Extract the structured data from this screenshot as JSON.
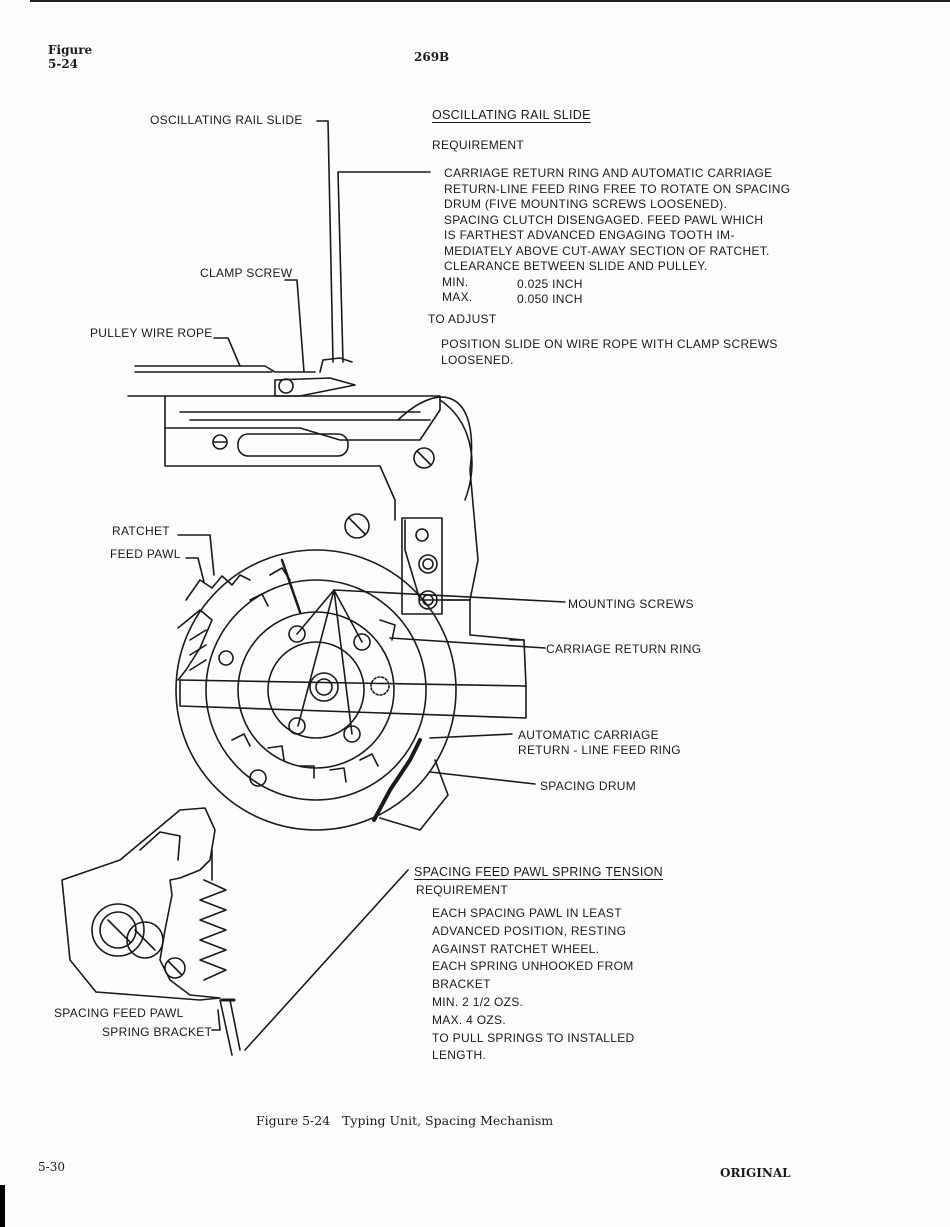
{
  "header": {
    "figure_label": "Figure",
    "figure_number": "5-24",
    "spec_code": "269B"
  },
  "diagram_labels": {
    "oscillating_rail_slide": "OSCILLATING RAIL SLIDE",
    "clamp_screw": "CLAMP SCREW",
    "pulley_wire_rope": "PULLEY WIRE ROPE",
    "ratchet": "RATCHET",
    "feed_pawl": "FEED PAWL",
    "mounting_screws": "MOUNTING SCREWS",
    "carriage_return_ring": "CARRIAGE RETURN RING",
    "automatic_carriage_line1": "AUTOMATIC CARRIAGE",
    "automatic_carriage_line2": "RETURN - LINE FEED RING",
    "spacing_drum": "SPACING DRUM",
    "spacing_feed_pawl": "SPACING FEED PAWL",
    "spring_bracket": "SPRING BRACKET"
  },
  "section1": {
    "title": "OSCILLATING RAIL SLIDE",
    "requirement_heading": "REQUIREMENT",
    "requirement_lines": [
      "CARRIAGE RETURN RING AND AUTOMATIC CARRIAGE",
      "RETURN-LINE FEED RING FREE TO ROTATE ON SPACING",
      "DRUM (FIVE MOUNTING SCREWS LOOSENED).",
      "SPACING CLUTCH DISENGAGED. FEED PAWL WHICH",
      "IS FARTHEST ADVANCED ENGAGING TOOTH IM-",
      "MEDIATELY ABOVE CUT-AWAY SECTION OF RATCHET.",
      "CLEARANCE BETWEEN SLIDE AND PULLEY."
    ],
    "min_label": "MIN.",
    "min_value": "0.025 INCH",
    "max_label": "MAX.",
    "max_value": "0.050 INCH",
    "adjust_heading": "TO ADJUST",
    "adjust_lines": [
      "POSITION SLIDE ON WIRE ROPE WITH CLAMP SCREWS",
      "LOOSENED."
    ]
  },
  "section2": {
    "title": "SPACING FEED PAWL SPRING TENSION",
    "requirement_heading": "REQUIREMENT",
    "lines": [
      "EACH SPACING PAWL IN LEAST",
      "ADVANCED POSITION, RESTING",
      "AGAINST RATCHET WHEEL.",
      "EACH SPRING UNHOOKED FROM",
      "BRACKET",
      "MIN.   2 1/2 OZS.",
      "MAX.   4 OZS.",
      "TO PULL SPRINGS TO INSTALLED",
      "LENGTH."
    ]
  },
  "caption": "Figure 5-24   Typing Unit, Spacing Mechanism",
  "footer": {
    "page_number": "5-30",
    "status": "ORIGINAL"
  }
}
